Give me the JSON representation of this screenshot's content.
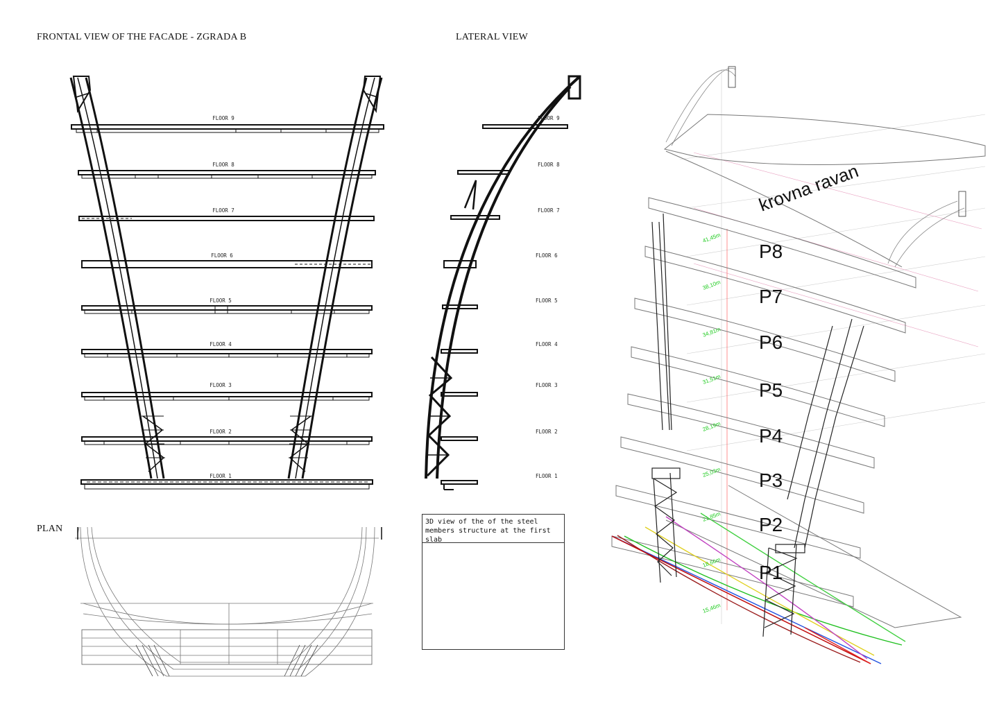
{
  "titles": {
    "frontal": "FRONTAL VIEW OF THE FACADE   - ZGRADA B",
    "lateral": "LATERAL  VIEW",
    "plan": "PLAN"
  },
  "floors": [
    "FLOOR 9",
    "FLOOR 8",
    "FLOOR 7",
    "FLOOR 6",
    "FLOOR 5",
    "FLOOR 4",
    "FLOOR 3",
    "FLOOR 2",
    "FLOOR 1"
  ],
  "caption": "3D view of the of the steel members structure at the first slab",
  "iso": {
    "roof_label": "krovna ravan",
    "levels": [
      "P8",
      "P7",
      "P6",
      "P5",
      "P4",
      "P3",
      "P2",
      "P1"
    ],
    "heights": [
      "41,45m",
      "38,10m",
      "34,81m",
      "31,51m",
      "28,19m",
      "25,03m",
      "21,85m",
      "18,66m",
      "15,46m"
    ]
  },
  "colors": {
    "ink": "#111111",
    "steel": "#d9342b",
    "dim": "#22cc22",
    "accent_red": "#e02020"
  }
}
